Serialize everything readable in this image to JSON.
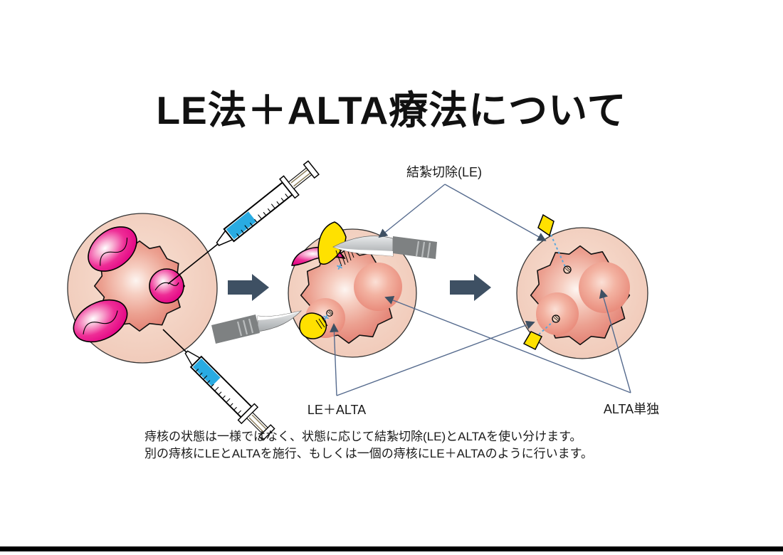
{
  "title": "LE法＋ALTA療法について",
  "annotations": {
    "ligation_label": "結紮切除(LE)",
    "le_alta_label": "LE＋ALTA",
    "alta_only_label": "ALTA単独"
  },
  "caption": {
    "line1": "痔核の状態は一様ではなく、状態に応じて結紮切除(LE)とALTAを使い分けます。",
    "line2": "別の痔核にLEとALTAを施行、もしくは一個の痔核にLE＋ALTAのように行います。"
  },
  "colors": {
    "hemorrhoid_magenta": "#E4007F",
    "tissue_outer_pink": "#F3D2C2",
    "mucosa_red": "#E1786C",
    "clamp_yellow": "#FFE100",
    "syringe_liquid_blue": "#29ABE2",
    "flow_arrow": "#3E5063",
    "leader_line": "#566B8E",
    "suture_dash_blue": "#5AA7DC",
    "scalpel_gray": "#7E8182",
    "footer_bar": "#000000"
  },
  "icons": {
    "syringe": "syringe-icon",
    "scalpel": "scalpel-icon",
    "clamp": "clamp-icon",
    "suture": "suture-diamond-icon",
    "flow_arrow": "flow-arrow-icon"
  }
}
